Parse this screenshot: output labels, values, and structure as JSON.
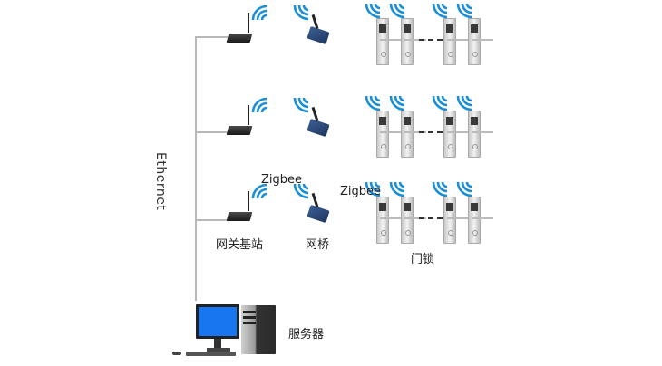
{
  "diagram": {
    "type": "network-topology",
    "backbone_label": "Ethernet",
    "rows": [
      {
        "gateway": "gateway",
        "bridge": "bridge",
        "locks": 4
      },
      {
        "gateway": "gateway",
        "bridge": "bridge",
        "locks": 4
      },
      {
        "gateway": "gateway",
        "bridge": "bridge",
        "locks": 4
      }
    ],
    "labels": {
      "zigbee_1": "Zigbee",
      "zigbee_2": "Zigbee",
      "gateway": "网关基站",
      "bridge": "网桥",
      "door_lock": "门锁",
      "server": "服务器"
    },
    "colors": {
      "wifi": "#1a8fd6",
      "line": "#b9b9b9",
      "screen": "#1877f0",
      "bridge": "#2c4a7c"
    }
  }
}
